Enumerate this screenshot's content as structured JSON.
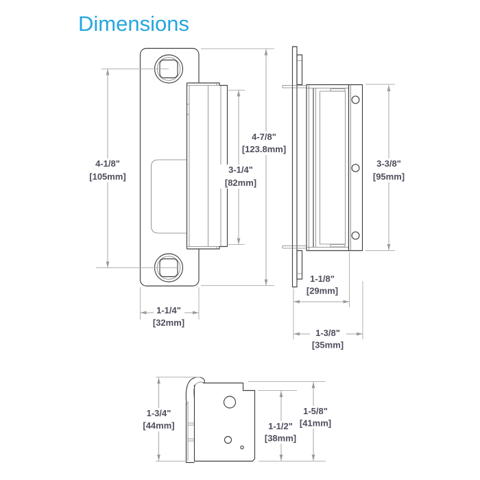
{
  "title": "Dimensions",
  "colors": {
    "title": "#24A6DD",
    "part_outline": "#3f3f3f",
    "part_inner_line": "#7c7c7c",
    "dimension_line": "#a6a6a6",
    "dimension_text": "#4d4e5c",
    "background": "#ffffff"
  },
  "views": {
    "front": {
      "dims": {
        "hole_spacing": {
          "in": "4-1/8\"",
          "mm": "[105mm]"
        },
        "overall_height": {
          "in": "4-7/8\"",
          "mm": "[123.8mm]"
        },
        "keeper_height": {
          "in": "3-1/4\"",
          "mm": "[82mm]"
        },
        "faceplate_width": {
          "in": "1-1/4\"",
          "mm": "[32mm]"
        }
      }
    },
    "side": {
      "dims": {
        "body_height": {
          "in": "3-3/8\"",
          "mm": "[95mm]"
        },
        "depth_to_bracket": {
          "in": "1-1/8\"",
          "mm": "[29mm]"
        },
        "overall_depth": {
          "in": "1-3/8\"",
          "mm": "[35mm]"
        }
      }
    },
    "bottom": {
      "dims": {
        "overall_height": {
          "in": "1-3/4\"",
          "mm": "[44mm]"
        },
        "body_height": {
          "in": "1-1/2\"",
          "mm": "[38mm]"
        },
        "notch_height": {
          "in": "1-5/8\"",
          "mm": "[41mm]"
        }
      }
    }
  }
}
